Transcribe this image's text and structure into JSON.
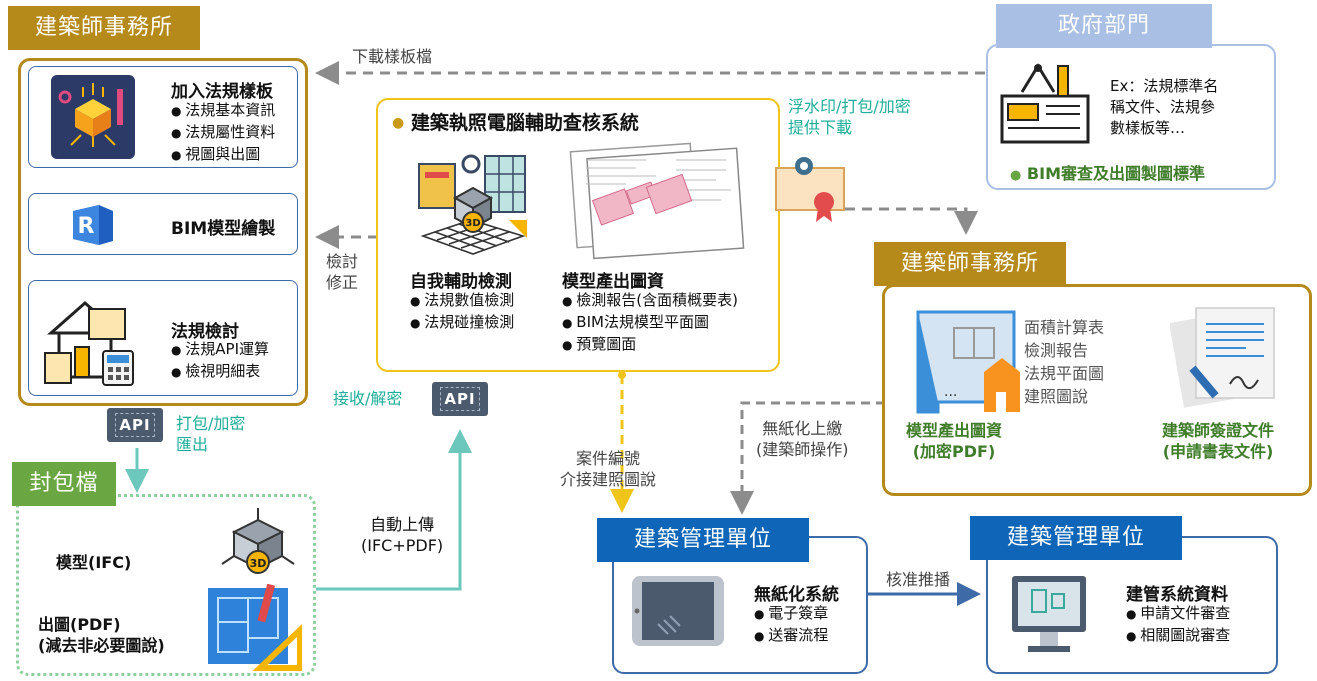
{
  "left_section": {
    "tab": "建築師事務所",
    "card1": {
      "title": "加入法規樣板",
      "items": [
        "法規基本資訊",
        "法規屬性資料",
        "視圖與出圖"
      ]
    },
    "card2": {
      "title": "BIM模型繪製"
    },
    "card3": {
      "title": "法規檢討",
      "items": [
        "法規API運算",
        "檢視明細表"
      ]
    }
  },
  "package_section": {
    "tab": "封包檔",
    "model_label": "模型(IFC)",
    "drawing_label": "出圖(PDF)",
    "drawing_note": "(減去非必要圖說)",
    "icon_text": "3D"
  },
  "center_system": {
    "title": "建築執照電腦輔助查核系統",
    "self_check": {
      "title": "自我輔助檢測",
      "items": [
        "法規數值檢測",
        "法規碰撞檢測"
      ]
    },
    "model_output": {
      "title": "模型產出圖資",
      "items": [
        "檢測報告(含面積概要表)",
        "BIM法規模型平面圖",
        "預覽圖面"
      ]
    },
    "icon_text": "3D"
  },
  "government": {
    "tab": "政府部門",
    "text": [
      "Ex：法規標準名",
      "稱文件、法規參",
      "數樣板等…"
    ],
    "standard": "BIM審查及出圖製圖標準"
  },
  "right_architect": {
    "tab": "建築師事務所",
    "doc_list": [
      "面積計算表",
      "檢測報告",
      "法規平面圖",
      "建照圖說"
    ],
    "model_output": [
      "模型產出圖資",
      "(加密PDF)"
    ],
    "signed_docs": [
      "建築師簽證文件",
      "(申請書表文件)"
    ]
  },
  "management_left": {
    "tab": "建築管理單位",
    "title": "無紙化系統",
    "items": [
      "電子簽章",
      "送審流程"
    ]
  },
  "management_right": {
    "tab": "建築管理單位",
    "title": "建管系統資料",
    "items": [
      "申請文件審查",
      "相關圖說審查"
    ]
  },
  "flow_labels": {
    "download_template": "下載樣板檔",
    "review_correct": [
      "檢討",
      "修正"
    ],
    "package_encrypt": [
      "打包/加密",
      "匯出"
    ],
    "receive_decrypt": "接收/解密",
    "auto_upload": [
      "自動上傳",
      "(IFC+PDF)"
    ],
    "watermark": [
      "浮水印/打包/加密",
      "提供下載"
    ],
    "case_number": [
      "案件編號",
      "介接建照圖說"
    ],
    "paperless_submit": [
      "無紙化上繳",
      "(建築師操作)"
    ],
    "approve": "核准推播"
  },
  "api_label": "API",
  "colors": {
    "brown": "#b58a1b",
    "blue": "#0f66b8",
    "green": "#6aa743",
    "teal": "#1fae9a",
    "gold_border": "#f0c419",
    "gov": "#a9c0e4"
  }
}
